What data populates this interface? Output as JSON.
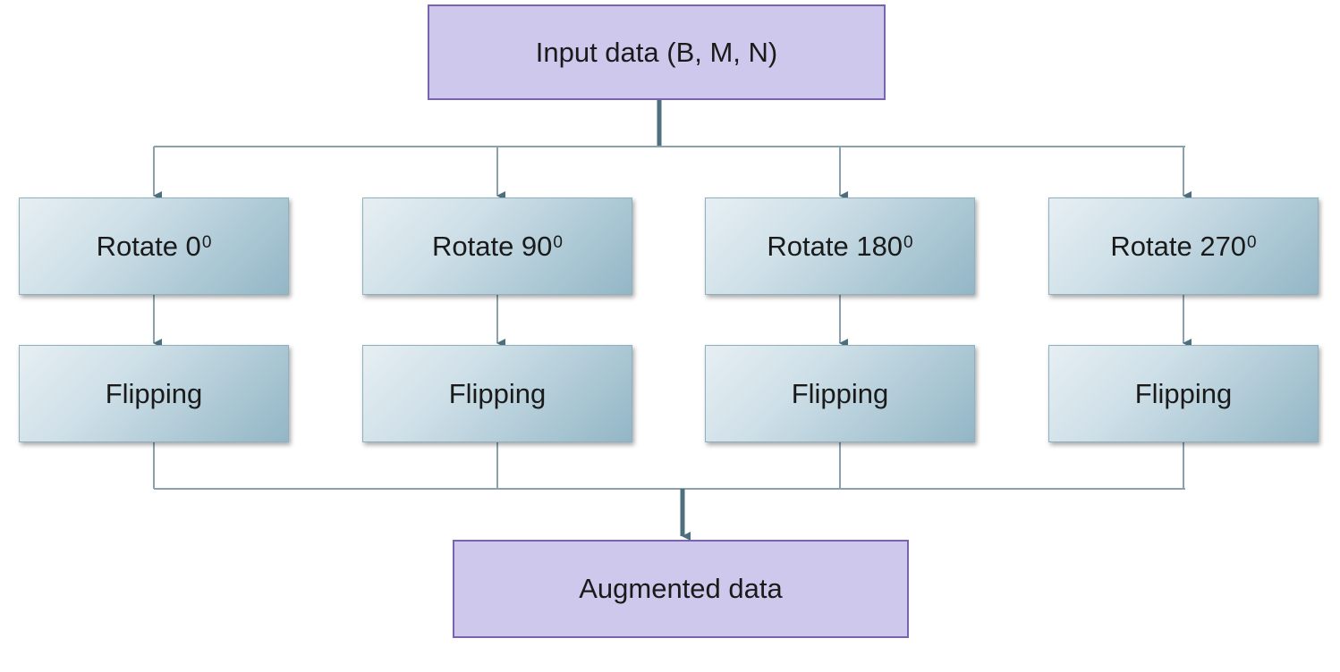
{
  "input": {
    "label": "Input data (B, M, N)"
  },
  "rotations": [
    {
      "label": "Rotate 0",
      "sup": "0"
    },
    {
      "label": "Rotate 90",
      "sup": "0"
    },
    {
      "label": "Rotate 180",
      "sup": "0"
    },
    {
      "label": "Rotate 270",
      "sup": "0"
    }
  ],
  "flips": [
    {
      "label": "Flipping"
    },
    {
      "label": "Flipping"
    },
    {
      "label": "Flipping"
    },
    {
      "label": "Flipping"
    }
  ],
  "output": {
    "label": "Augmented data"
  },
  "colors": {
    "endpoint_fill": "#cec8ec",
    "endpoint_border": "#7a64b0",
    "step_fill": "#b9d3de",
    "connector": "#7f97a4"
  }
}
